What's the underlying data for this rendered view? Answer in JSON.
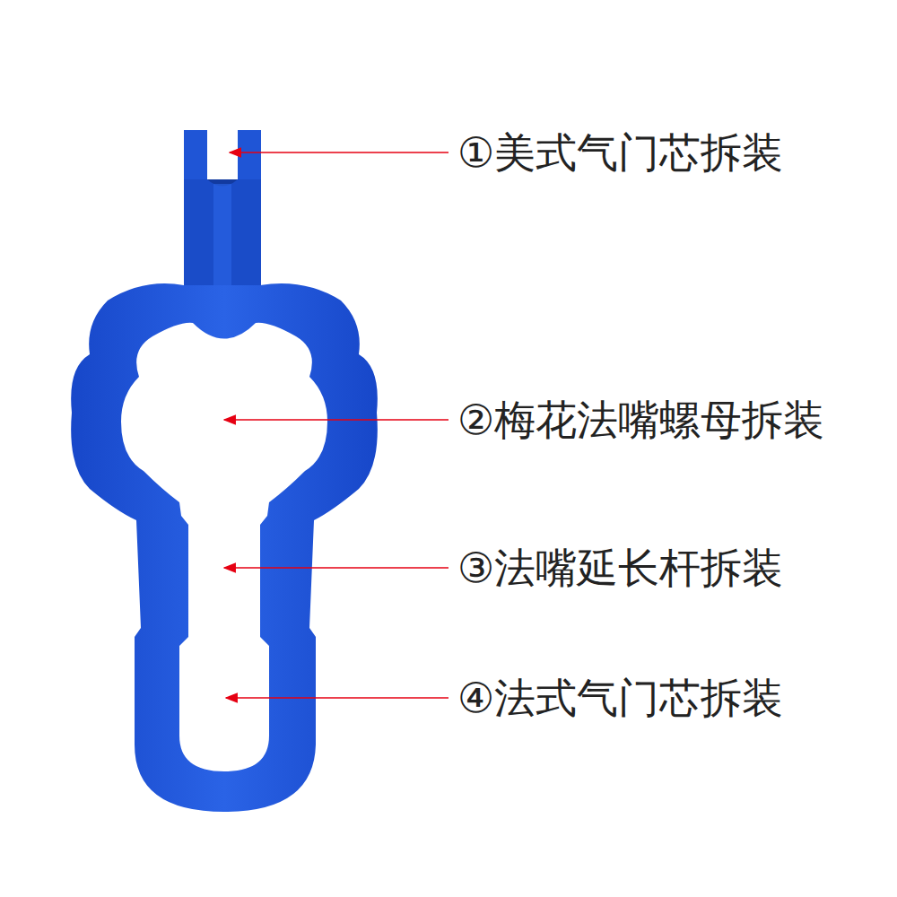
{
  "diagram": {
    "labels": [
      "①美式气门芯拆装",
      "②梅花法嘴螺母拆装",
      "③法嘴延长杆拆装",
      "④法式气门芯拆装"
    ]
  }
}
